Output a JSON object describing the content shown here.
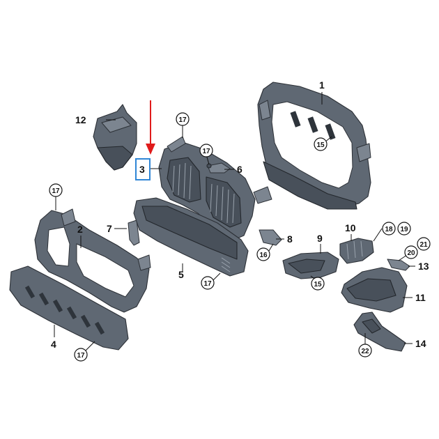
{
  "diagram": {
    "part_labels": [
      {
        "id": "p1",
        "text": "1"
      },
      {
        "id": "p2",
        "text": "2"
      },
      {
        "id": "p3",
        "text": "3"
      },
      {
        "id": "p4",
        "text": "4"
      },
      {
        "id": "p5",
        "text": "5"
      },
      {
        "id": "p6",
        "text": "6"
      },
      {
        "id": "p7",
        "text": "7"
      },
      {
        "id": "p8",
        "text": "8"
      },
      {
        "id": "p9",
        "text": "9"
      },
      {
        "id": "p10",
        "text": "10"
      },
      {
        "id": "p11",
        "text": "11"
      },
      {
        "id": "p12",
        "text": "12"
      },
      {
        "id": "p13",
        "text": "13"
      },
      {
        "id": "p14",
        "text": "14"
      }
    ],
    "fastener_labels": [
      {
        "id": "c17a",
        "text": "17"
      },
      {
        "id": "c17b",
        "text": "17"
      },
      {
        "id": "c17c",
        "text": "17"
      },
      {
        "id": "c17d",
        "text": "17"
      },
      {
        "id": "c17e",
        "text": "17"
      },
      {
        "id": "c15a",
        "text": "15"
      },
      {
        "id": "c15b",
        "text": "15"
      },
      {
        "id": "c16",
        "text": "16"
      },
      {
        "id": "c18",
        "text": "18"
      },
      {
        "id": "c19",
        "text": "19"
      },
      {
        "id": "c20",
        "text": "20"
      },
      {
        "id": "c21",
        "text": "21"
      },
      {
        "id": "c22",
        "text": "22"
      }
    ],
    "highlighted_part": "3",
    "colors": {
      "highlight_box": "#2f86d6",
      "arrow": "#e01b1b",
      "part_fill": "#5f6873",
      "outline": "#2c3036"
    }
  }
}
